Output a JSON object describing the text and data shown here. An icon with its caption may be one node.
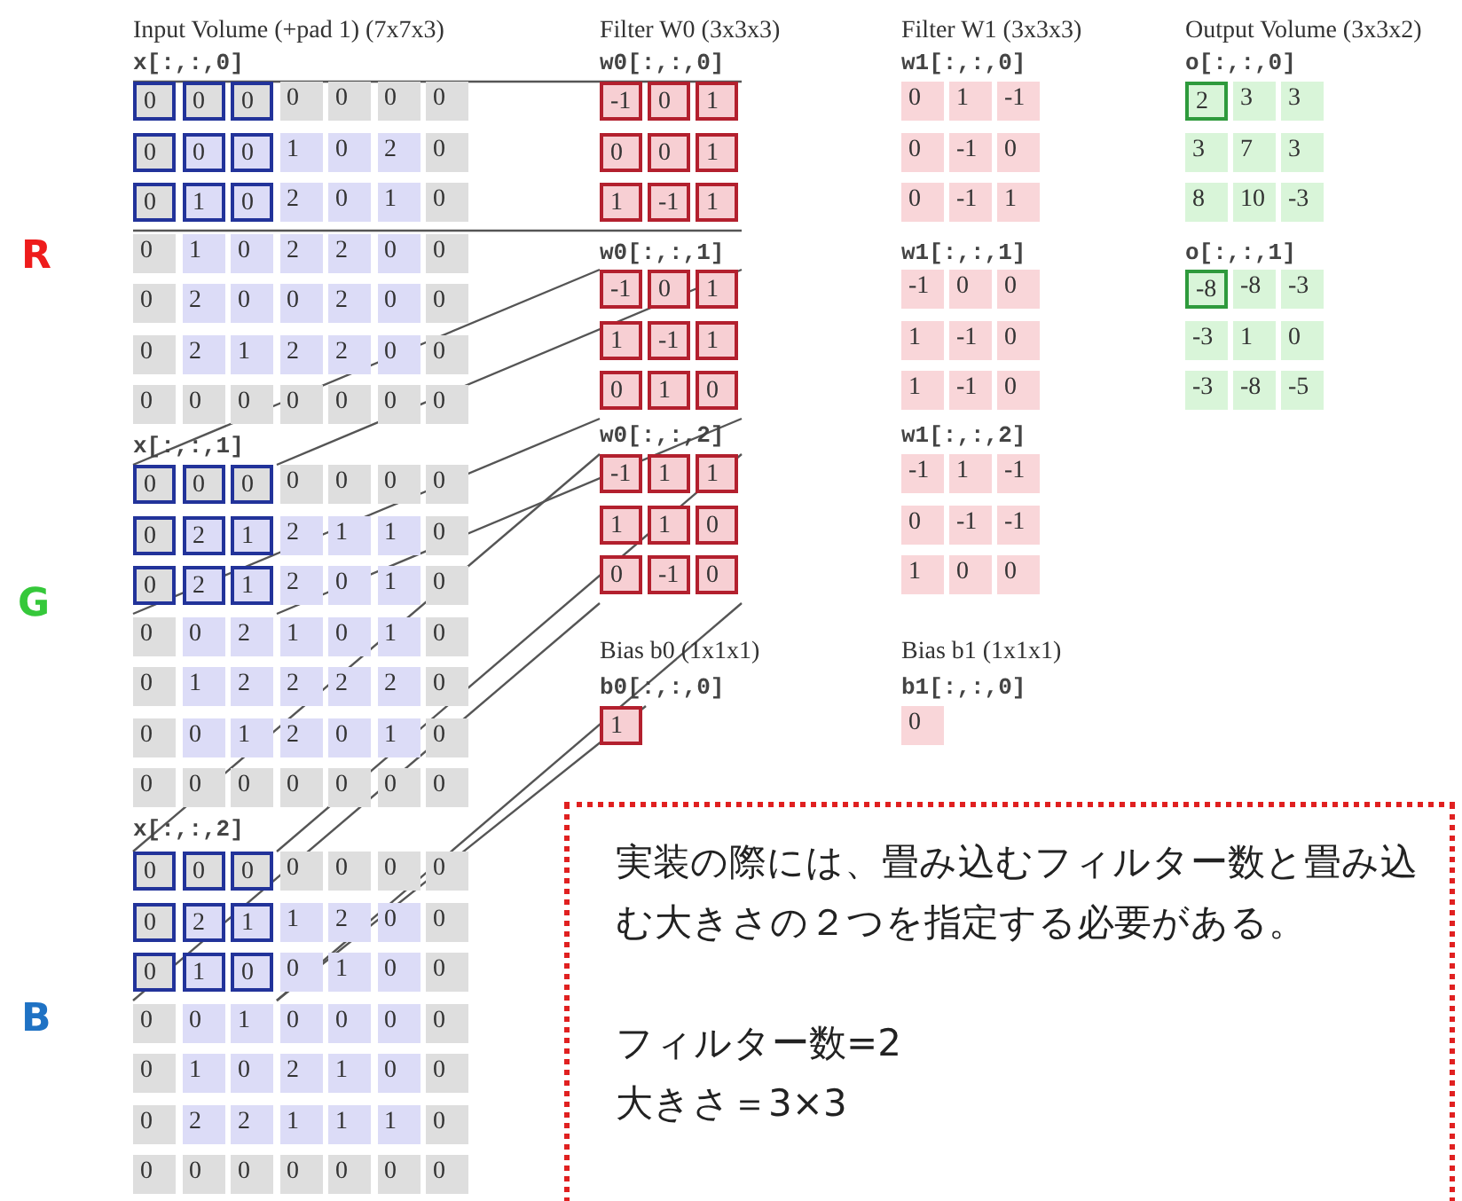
{
  "diagram": {
    "nodes": [
      {
        "text": [
          "実装の際には、畳み込むフィルター数と畳み込む大きさの２つを指定する必要がある。",
          "フィルター数=2",
          "大きさ＝3×3"
        ]
      }
    ],
    "edges": [],
    "labels": [
      "Input Volume (+pad 1) (7x7x3)",
      "x[:,:,0]",
      "0",
      "0",
      "0",
      "0",
      "0",
      "0",
      "0",
      "0",
      "0",
      "0",
      "1",
      "0",
      "2",
      "0",
      "0",
      "1",
      "0",
      "2",
      "0",
      "1",
      "0",
      "0",
      "1",
      "0",
      "2",
      "2",
      "0",
      "0",
      "0",
      "2",
      "0",
      "0",
      "2",
      "0",
      "0",
      "0",
      "2",
      "1",
      "2",
      "2",
      "0",
      "0",
      "0",
      "0",
      "0",
      "0",
      "0",
      "0",
      "0",
      "x[:,:,1]",
      "0",
      "0",
      "0",
      "0",
      "0",
      "0",
      "0",
      "0",
      "2",
      "1",
      "2",
      "1",
      "1",
      "0",
      "0",
      "2",
      "1",
      "2",
      "0",
      "1",
      "0",
      "0",
      "0",
      "2",
      "1",
      "0",
      "1",
      "0",
      "0",
      "1",
      "2",
      "2",
      "2",
      "2",
      "0",
      "0",
      "0",
      "1",
      "2",
      "0",
      "1",
      "0",
      "0",
      "0",
      "0",
      "0",
      "0",
      "0",
      "0",
      "x[:,:,2]",
      "0",
      "0",
      "0",
      "0",
      "0",
      "0",
      "0",
      "0",
      "2",
      "1",
      "1",
      "2",
      "0",
      "0",
      "0",
      "1",
      "0",
      "0",
      "1",
      "0",
      "0",
      "0",
      "0",
      "1",
      "0",
      "0",
      "0",
      "0",
      "0",
      "1",
      "0",
      "2",
      "1",
      "0",
      "0",
      "0",
      "2",
      "2",
      "1",
      "1",
      "1",
      "0",
      "0",
      "0",
      "0",
      "0",
      "0",
      "0",
      "0",
      "Filter W0 (3x3x3)",
      "w0[:,:,0]",
      "-1",
      "0",
      "1",
      "0",
      "0",
      "1",
      "1",
      "-1",
      "1",
      "w0[:,:,1]",
      "-1",
      "0",
      "1",
      "1",
      "-1",
      "1",
      "0",
      "1",
      "0",
      "w0[:,:,2]",
      "-1",
      "1",
      "1",
      "1",
      "1",
      "0",
      "0",
      "-1",
      "0",
      "Bias b0 (1x1x1)",
      "b0[:,:,0]",
      "1",
      "Filter W1 (3x3x3)",
      "w1[:,:,0]",
      "0",
      "1",
      "-1",
      "0",
      "-1",
      "0",
      "0",
      "-1",
      "1",
      "w1[:,:,1]",
      "-1",
      "0",
      "0",
      "1",
      "-1",
      "0",
      "1",
      "-1",
      "0",
      "w1[:,:,2]",
      "-1",
      "1",
      "-1",
      "0",
      "-1",
      "-1",
      "1",
      "0",
      "0",
      "Bias b1 (1x1x1)",
      "b1[:,:,0]",
      "0",
      "Output Volume (3x3x2)",
      "o[:,:,0]",
      "2",
      "3",
      "3",
      "3",
      "7",
      "3",
      "8",
      "10",
      "-3",
      "o[:,:,1]",
      "-8",
      "-8",
      "-3",
      "-3",
      "1",
      "0",
      "-3",
      "-8",
      "-5",
      "R",
      "G",
      "B"
    ]
  }
}
